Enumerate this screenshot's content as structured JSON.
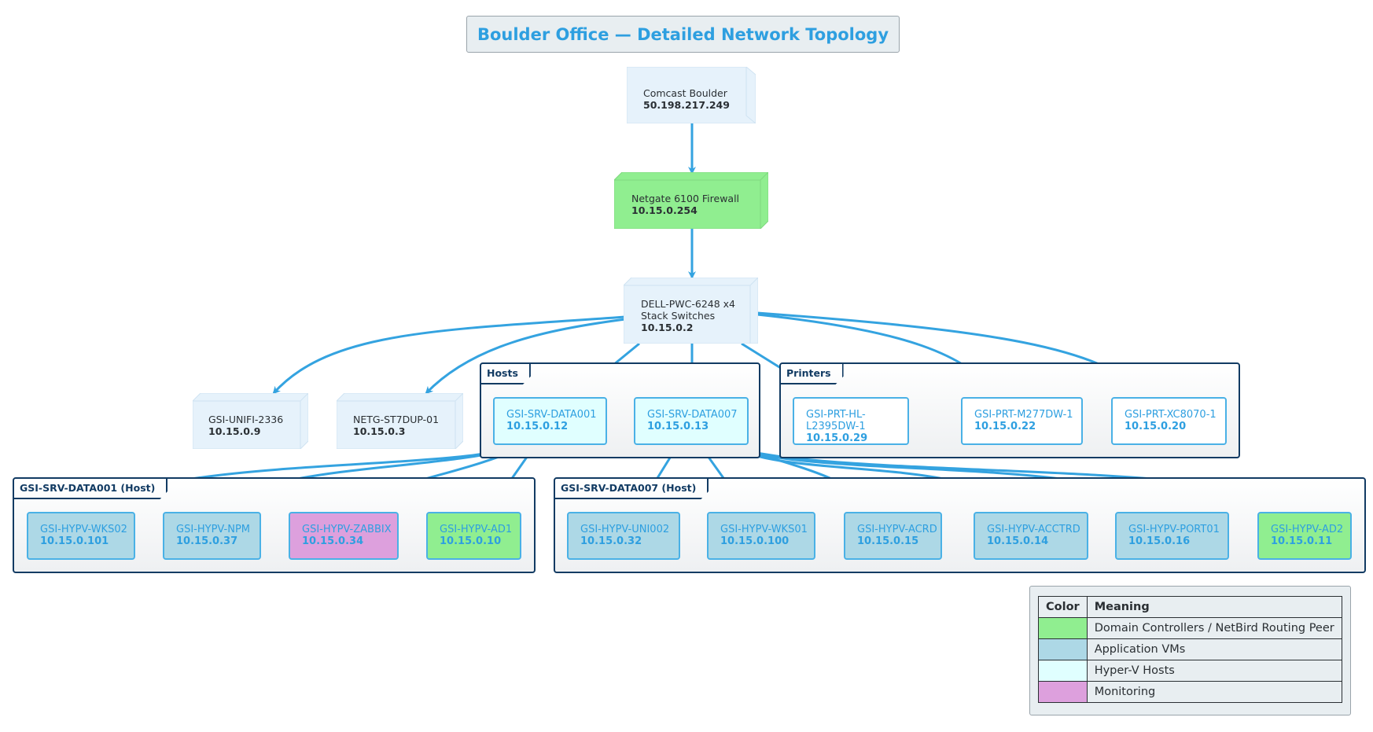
{
  "title": "Boulder Office — Detailed Network Topology",
  "colors": {
    "edge": "#34a3e0",
    "frame": "#123b63",
    "domain_controller": "#90ee90",
    "application_vm": "#add8e6",
    "hyperv_host": "#e0ffff",
    "monitoring": "#dda0dd",
    "cloud_node": "#e6f2fb"
  },
  "isp": {
    "name": "Comcast Boulder",
    "ip": "50.198.217.249"
  },
  "firewall": {
    "name": "Netgate 6100 Firewall",
    "ip": "10.15.0.254"
  },
  "core_switch": {
    "line1": "DELL-PWC-6248 x4",
    "line2": "Stack Switches",
    "ip": "10.15.0.2"
  },
  "switches": [
    {
      "name": "GSI-UNIFI-2336",
      "ip": "10.15.0.9"
    },
    {
      "name": "NETG-ST7DUP-01",
      "ip": "10.15.0.3"
    }
  ],
  "hosts_group": {
    "label": "Hosts",
    "items": [
      {
        "name": "GSI-SRV-DATA001",
        "ip": "10.15.0.12"
      },
      {
        "name": "GSI-SRV-DATA007",
        "ip": "10.15.0.13"
      }
    ]
  },
  "printers_group": {
    "label": "Printers",
    "items": [
      {
        "name": "GSI-PRT-HL-L2395DW-1",
        "ip": "10.15.0.29"
      },
      {
        "name": "GSI-PRT-M277DW-1",
        "ip": "10.15.0.22"
      },
      {
        "name": "GSI-PRT-XC8070-1",
        "ip": "10.15.0.20"
      }
    ]
  },
  "host1_group": {
    "label": "GSI-SRV-DATA001 (Host)",
    "items": [
      {
        "name": "GSI-HYPV-WKS02",
        "ip": "10.15.0.101"
      },
      {
        "name": "GSI-HYPV-NPM",
        "ip": "10.15.0.37"
      },
      {
        "name": "GSI-HYPV-ZABBIX",
        "ip": "10.15.0.34"
      },
      {
        "name": "GSI-HYPV-AD1",
        "ip": "10.15.0.10"
      }
    ]
  },
  "host7_group": {
    "label": "GSI-SRV-DATA007 (Host)",
    "items": [
      {
        "name": "GSI-HYPV-UNI002",
        "ip": "10.15.0.32"
      },
      {
        "name": "GSI-HYPV-WKS01",
        "ip": "10.15.0.100"
      },
      {
        "name": "GSI-HYPV-ACRD",
        "ip": "10.15.0.15"
      },
      {
        "name": "GSI-HYPV-ACCTRD",
        "ip": "10.15.0.14"
      },
      {
        "name": "GSI-HYPV-PORT01",
        "ip": "10.15.0.16"
      },
      {
        "name": "GSI-HYPV-AD2",
        "ip": "10.15.0.11"
      }
    ]
  },
  "legend": {
    "headers": [
      "Color",
      "Meaning"
    ],
    "rows": [
      {
        "color": "#90ee90",
        "meaning": "Domain Controllers / NetBird Routing Peer"
      },
      {
        "color": "#add8e6",
        "meaning": "Application VMs"
      },
      {
        "color": "#e0ffff",
        "meaning": "Hyper-V Hosts"
      },
      {
        "color": "#dda0dd",
        "meaning": "Monitoring"
      }
    ]
  }
}
